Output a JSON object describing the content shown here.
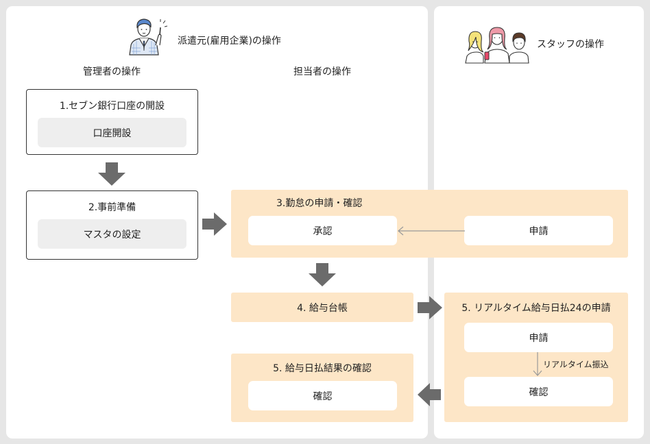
{
  "colors": {
    "background": "#e6e6e6",
    "panel": "#ffffff",
    "peach": "#fde6c7",
    "gray_box": "#eeeeee",
    "arrow": "#6b6b6b",
    "thin_arrow": "#999999",
    "text": "#222222"
  },
  "icons": {
    "company": "businessman-pointing-icon",
    "staff": "three-staff-people-icon"
  },
  "company": {
    "title": "派遣元(雇用企業)の操作",
    "admin_header": "管理者の操作",
    "person_header": "担当者の操作"
  },
  "staff": {
    "title": "スタッフの操作"
  },
  "steps": {
    "s1": {
      "title": "1.セブン銀行口座の開設",
      "button": "口座開設"
    },
    "s2": {
      "title": "2.事前準備",
      "button": "マスタの設定"
    },
    "s3": {
      "title": "3.勤怠の申請・確認",
      "approve": "承認",
      "apply": "申請"
    },
    "s4": {
      "title": "4. 給与台帳"
    },
    "s5r": {
      "title": "5. リアルタイム給与日払24の申請",
      "apply": "申請",
      "transfer_label": "リアルタイム振込",
      "confirm": "確認"
    },
    "s5l": {
      "title": "5. 給与日払結果の確認",
      "confirm": "確認"
    }
  }
}
